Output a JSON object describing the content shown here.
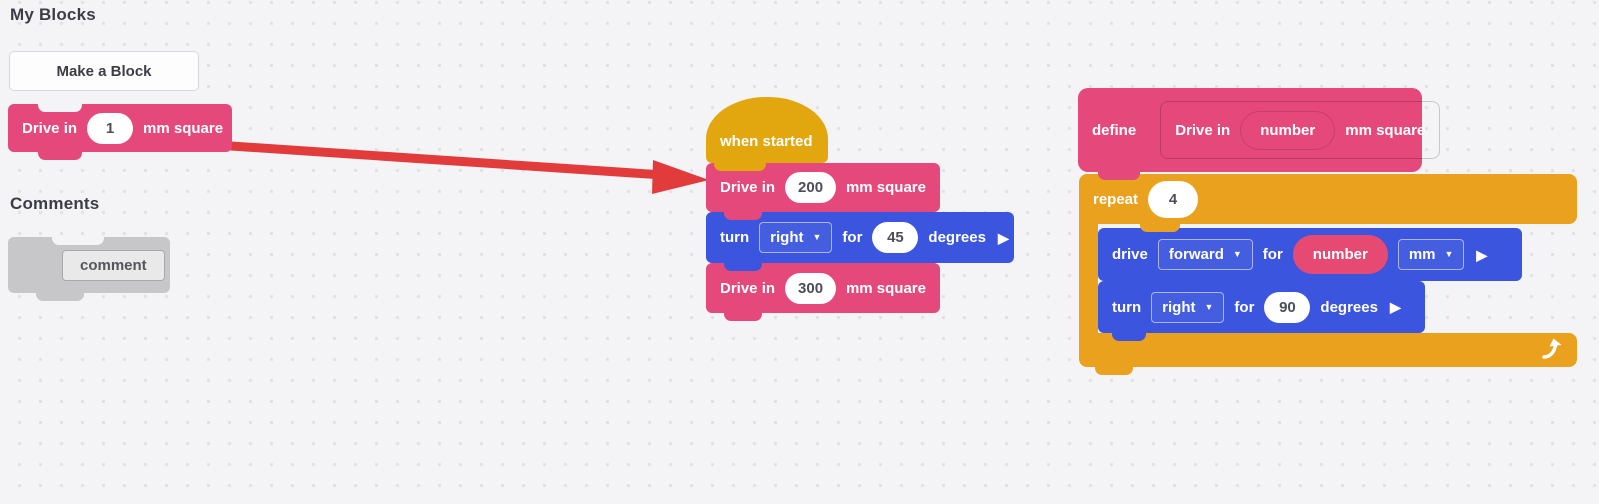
{
  "colors": {
    "bg": "#f4f4f6",
    "dot": "#e2e2e6",
    "pink": "#e5497b",
    "pink-border": "#c93d6c",
    "yellow": "#e2a70e",
    "orange": "#eaa11e",
    "blue": "#3c55de",
    "param-pink": "#e64a72",
    "gray-block": "#c7c7c9",
    "gray-field": "#e9e9ea",
    "arrow-red": "#e23b3b",
    "text-dark": "#3d3d47",
    "pill-text": "#4e4e5a"
  },
  "icons": {
    "caret": "▼",
    "expand": "▶"
  },
  "palette": {
    "my_blocks_heading": "My Blocks",
    "make_a_block_label": "Make a Block",
    "drive_block": {
      "prefix": "Drive in",
      "value": "1",
      "suffix": "mm square"
    },
    "comments_heading": "Comments",
    "comment_label": "comment"
  },
  "main_script": {
    "when_started": "when started",
    "drive_200": {
      "prefix": "Drive in",
      "value": "200",
      "suffix": "mm square"
    },
    "turn_45": {
      "verb": "turn",
      "direction": "right",
      "for_label": "for",
      "value": "45",
      "unit": "degrees"
    },
    "drive_300": {
      "prefix": "Drive in",
      "value": "300",
      "suffix": "mm square"
    }
  },
  "define_script": {
    "define_label": "define",
    "prototype": {
      "prefix": "Drive in",
      "param": "number",
      "suffix": "mm square"
    },
    "repeat": {
      "label": "repeat",
      "count": "4"
    },
    "drive": {
      "verb": "drive",
      "direction": "forward",
      "for_label": "for",
      "param": "number",
      "unit": "mm"
    },
    "turn_90": {
      "verb": "turn",
      "direction": "right",
      "for_label": "for",
      "value": "90",
      "unit": "degrees"
    }
  }
}
